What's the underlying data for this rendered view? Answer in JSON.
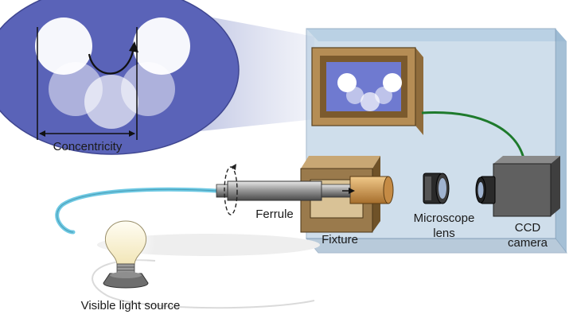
{
  "labels": {
    "concentricity": "Concentricity",
    "ferrule": "Ferrule",
    "fixture": "Fixture",
    "microscope_line1": "Microscope",
    "microscope_line2": "lens",
    "ccd_line1": "CCD",
    "ccd_line2": "camera",
    "light_source": "Visible light source"
  },
  "colors": {
    "inset_oval": "#5a63b8",
    "box_glass": "#a9c4dc",
    "fiber": "#6fc9e3",
    "camera_cable": "#1e7a2c",
    "fixture": "#9a7a4c"
  }
}
